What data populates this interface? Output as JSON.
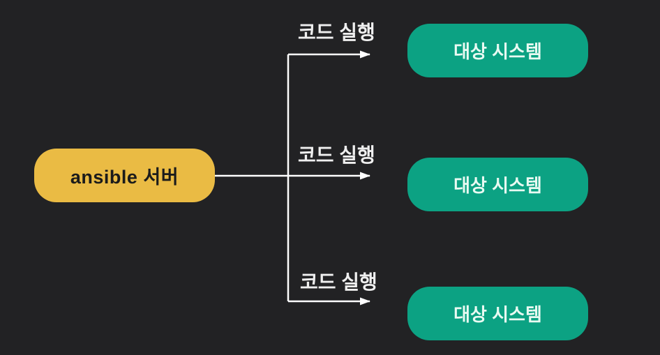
{
  "diagram": {
    "type": "flow-diagram",
    "colors": {
      "bg": "#222224",
      "source_fill": "#EABB44",
      "source_text": "#1B1B1B",
      "target_fill": "#0CA283",
      "target_text": "#E9FAF2",
      "edge": "#FFFFFF",
      "edge_label": "#EFEFEF"
    },
    "source": {
      "label": "ansible 서버"
    },
    "targets": [
      {
        "label": "대상 시스템"
      },
      {
        "label": "대상 시스템"
      },
      {
        "label": "대상 시스템"
      }
    ],
    "edges": [
      {
        "label": "코드 실행"
      },
      {
        "label": "코드 실행"
      },
      {
        "label": "코드 실행"
      }
    ]
  }
}
